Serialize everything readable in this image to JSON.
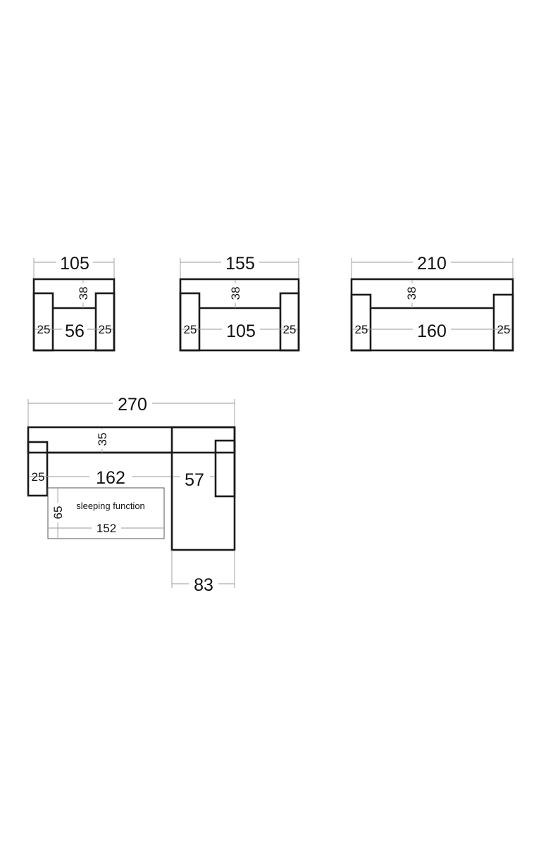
{
  "diagram": {
    "sofa_1": {
      "total_width": "105",
      "back_depth": "38",
      "left_arm": "25",
      "seat_width": "56",
      "right_arm": "25"
    },
    "sofa_2": {
      "total_width": "155",
      "back_depth": "38",
      "left_arm": "25",
      "seat_width": "105",
      "right_arm": "25"
    },
    "sofa_3": {
      "total_width": "210",
      "back_depth": "38",
      "left_arm": "25",
      "seat_width": "160",
      "right_arm": "25"
    },
    "corner_sofa": {
      "total_width": "270",
      "back_depth": "35",
      "left_arm": "25",
      "seat_width": "162",
      "chaise_seat": "57",
      "chaise_width": "83",
      "sleeping_label": "sleeping function",
      "sleeping_depth": "65",
      "sleeping_width": "152"
    }
  }
}
